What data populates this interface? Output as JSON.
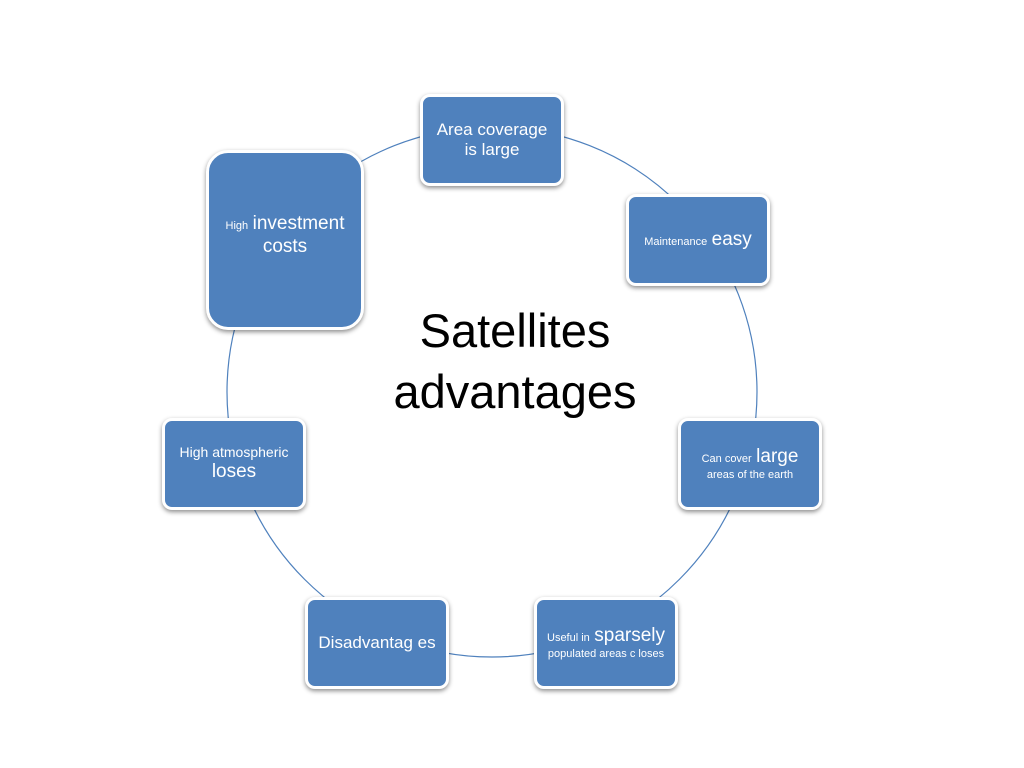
{
  "title": {
    "line1": "Satellites",
    "line2": "advantages"
  },
  "colors": {
    "node_fill": "#4f81bd",
    "ring_stroke": "#4f81bd",
    "text_on_node": "#ffffff"
  },
  "nodes": {
    "area_coverage": {
      "text": "Area coverage is large"
    },
    "maintenance": {
      "small": "Maintenance",
      "large": "easy"
    },
    "can_cover": {
      "small": "Can cover",
      "large": "large",
      "rest": "areas of the earth"
    },
    "useful_in": {
      "small": "Useful in",
      "large": "sparsely",
      "rest": "populated areas c loses"
    },
    "disadvantages": {
      "text": "Disadvantag es"
    },
    "atmospheric": {
      "small": "High atmospheric",
      "large": "loses"
    },
    "investment": {
      "small": "High",
      "large": "investment costs"
    }
  }
}
